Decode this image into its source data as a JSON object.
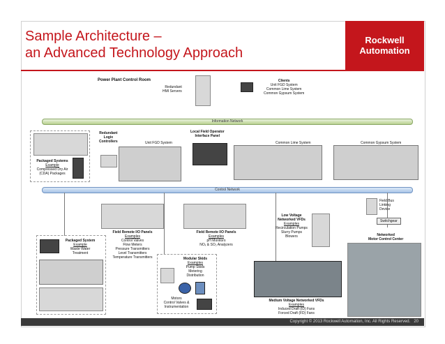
{
  "title": {
    "line1": "Sample Architecture –",
    "line2": "an Advanced Technology Approach"
  },
  "logo": {
    "line1": "Rockwell",
    "line2": "Automation"
  },
  "footer": "Copyright © 2013 Rockwell Automation, Inc. All Rights Reserved.",
  "page": "20",
  "diagram": {
    "control_room": "Power Plant Control Room",
    "hmi_servers": [
      "Redundant",
      "HMI Servers"
    ],
    "clients": [
      "Clients",
      "Unit FGD System",
      "Common Lime System",
      "Common Gypsum System"
    ],
    "info_network": "Information Network",
    "control_network": "Control Network",
    "redundant_logix": [
      "Redundant",
      "Logix",
      "Controllers"
    ],
    "unit_fgd": "Unit FGD System",
    "local_operator": [
      "Local Field Operator",
      "Interface Panel"
    ],
    "common_lime": "Common Lime System",
    "common_gypsum": "Common Gypsum System",
    "packaged_systems": [
      "Packaged Systems",
      "Example",
      "Compressed Dry Air",
      "(CDA) Packages"
    ],
    "field_bus": [
      "Field Bus",
      "Linking",
      "Device"
    ],
    "switchgear": "Switchgear",
    "remote_io_1": [
      "Field Remote I/O Panels",
      "Examples",
      "Control Valves",
      "Flow Meters",
      "Pressure Transmitters",
      "Level Transmitters",
      "Temperature Transmitters"
    ],
    "remote_io_2": [
      "Field Remote I/O Panels",
      "Examples",
      "pH Monitors",
      "NOₓ & SO₂ Analyzers"
    ],
    "lv_vfds": [
      "Low Voltage",
      "Networked VFDs",
      "Examples",
      "Recirculation Pumps",
      "Slurry Pumps",
      "Blowers"
    ],
    "mcc": [
      "Networked",
      "Motor Control Center"
    ],
    "packaged_system_2": [
      "Packaged System",
      "Example",
      "Waste Water",
      "Treatment"
    ],
    "modular_skids": [
      "Modular Skids",
      "Examples",
      "Pump Skids",
      "Metering",
      "Distribution"
    ],
    "motors": [
      "Motors",
      "Control Valves &",
      "Instrumentation"
    ],
    "mv_vfds": [
      "Medium Voltage Networked VFDs",
      "Examples",
      "Induced Draft (ID) Fans",
      "Forced Draft (FD) Fans"
    ]
  }
}
